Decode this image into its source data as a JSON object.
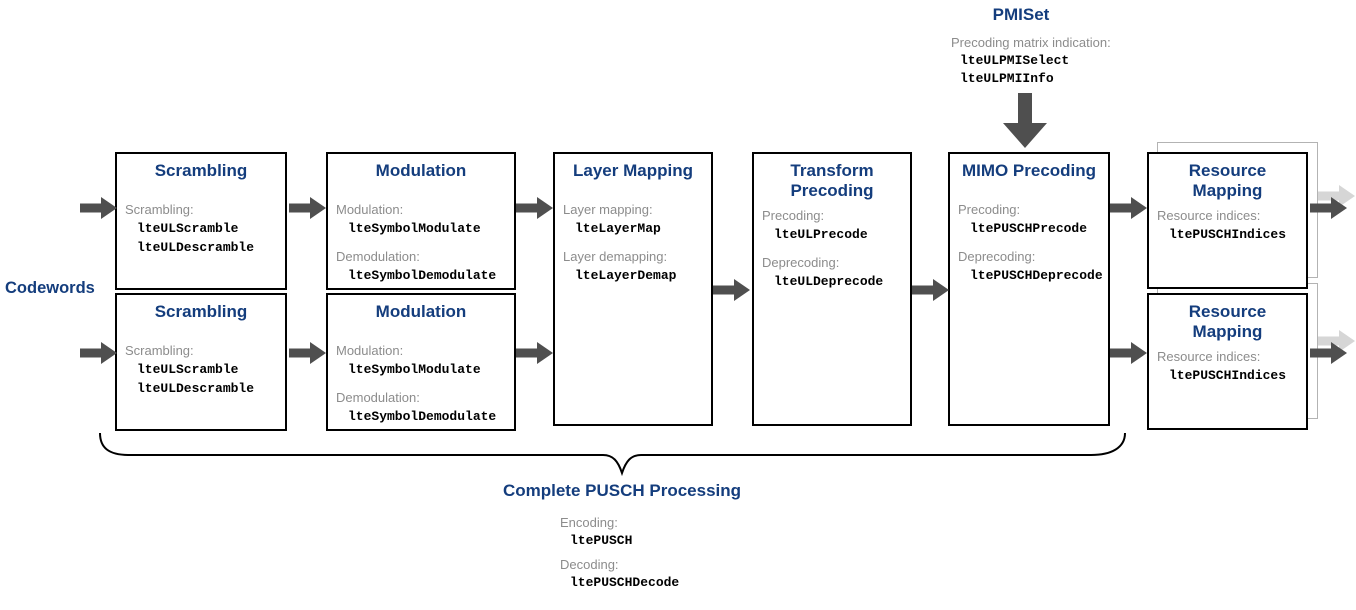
{
  "colors": {
    "title_navy": "#143D7D",
    "label_gray": "#8C8C8C",
    "arrow_dark": "#4F4F4F",
    "arrow_light": "#D6D6D6",
    "shadow_gray": "#B3B3B3",
    "box_border": "#000000"
  },
  "pmi": {
    "title": "PMISet",
    "label": "Precoding matrix indication:",
    "functions": [
      "lteULPMISelect",
      "lteULPMIInfo"
    ]
  },
  "codewords_label": "Codewords",
  "blocks": {
    "scrambling": {
      "title": "Scrambling",
      "sections": [
        {
          "label": "Scrambling:",
          "functions": [
            "lteULScramble",
            "lteULDescramble"
          ]
        }
      ]
    },
    "modulation": {
      "title": "Modulation",
      "sections": [
        {
          "label": "Modulation:",
          "functions": [
            "lteSymbolModulate"
          ]
        },
        {
          "label": "Demodulation:",
          "functions": [
            "lteSymbolDemodulate"
          ]
        }
      ]
    },
    "layer_mapping": {
      "title": "Layer Mapping",
      "sections": [
        {
          "label": "Layer mapping:",
          "functions": [
            "lteLayerMap"
          ]
        },
        {
          "label": "Layer demapping:",
          "functions": [
            "lteLayerDemap"
          ]
        }
      ]
    },
    "transform_precoding": {
      "title": "Transform Precoding",
      "sections": [
        {
          "label": "Precoding:",
          "functions": [
            "lteULPrecode"
          ]
        },
        {
          "label": "Deprecoding:",
          "functions": [
            "lteULDeprecode"
          ]
        }
      ]
    },
    "mimo_precoding": {
      "title": "MIMO Precoding",
      "sections": [
        {
          "label": "Precoding:",
          "functions": [
            "ltePUSCHPrecode"
          ]
        },
        {
          "label": "Deprecoding:",
          "functions": [
            "ltePUSCHDeprecode"
          ]
        }
      ]
    },
    "resource_mapping": {
      "title": "Resource Mapping",
      "sections": [
        {
          "label": "Resource indices:",
          "functions": [
            "ltePUSCHIndices"
          ]
        }
      ]
    }
  },
  "footer": {
    "title": "Complete PUSCH Processing",
    "sections": [
      {
        "label": "Encoding:",
        "functions": [
          "ltePUSCH"
        ]
      },
      {
        "label": "Decoding:",
        "functions": [
          "ltePUSCHDecode"
        ]
      }
    ]
  }
}
